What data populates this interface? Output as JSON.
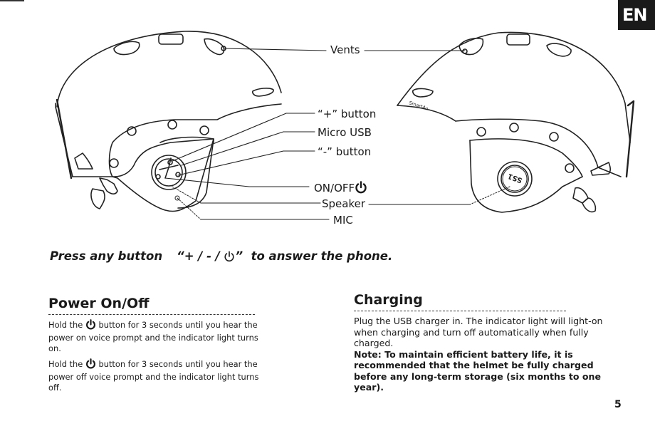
{
  "page": {
    "language_badge": "EN",
    "page_number": "5"
  },
  "diagram": {
    "left_helmet_brand": "",
    "right_helmet_logo_text": "Smart4u",
    "right_helmet_speaker_label": "SS1",
    "callouts": {
      "vents": "Vents",
      "plus_button": "“+”  button",
      "micro_usb": "Micro USB",
      "minus_button": "“-”  button",
      "on_off": "ON/OFF",
      "speaker": "Speaker",
      "mic": "MIC"
    }
  },
  "instruction": {
    "prefix": "Press any button",
    "buttons_open": "“+ / - / ",
    "buttons_close": "”",
    "suffix": "to answer the phone."
  },
  "power_section": {
    "title": "Power On/Off",
    "p1_before": "Hold the ",
    "p1_after": " button for 3 seconds until you hear the power on voice prompt and the indicator light turns on.",
    "p2_before": "Hold the ",
    "p2_after": " button for 3 seconds until you hear the power off voice prompt and the indicator light turns off."
  },
  "charging_section": {
    "title": "Charging",
    "body": "Plug the USB charger in. The indicator light will light-on when charging and turn off automatically when fully charged.",
    "note": "Note: To maintain efficient battery life, it is recommended that the helmet be fully charged before any long-term storage (six months to one year)."
  },
  "icons": {
    "power": "power-icon"
  }
}
